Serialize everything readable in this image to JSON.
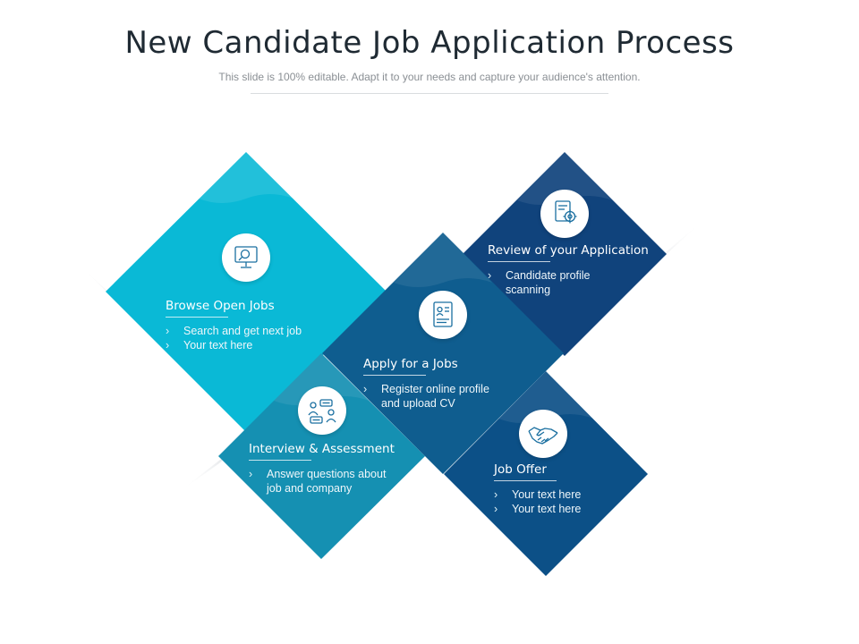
{
  "title": "New Candidate Job Application Process",
  "subtitle": "This slide is 100% editable. Adapt it to your needs and capture your audience's attention.",
  "steps": [
    {
      "heading": "Browse Open Jobs",
      "bullets": [
        "Search and get next job",
        "Your text here"
      ],
      "icon": "computer-search-icon",
      "color": "#0ab9d6"
    },
    {
      "heading": "Review of your Application",
      "bullets": [
        "Candidate profile scanning"
      ],
      "icon": "document-gear-icon",
      "color": "#10437c"
    },
    {
      "heading": "Apply for a Jobs",
      "bullets": [
        "Register online profile and upload CV"
      ],
      "icon": "resume-icon",
      "color": "#0f5d8f"
    },
    {
      "heading": "Interview & Assessment",
      "bullets": [
        "Answer questions about job and company"
      ],
      "icon": "interview-icon",
      "color": "#1590b2"
    },
    {
      "heading": "Job Offer",
      "bullets": [
        "Your text here",
        "Your text here"
      ],
      "icon": "handshake-icon",
      "color": "#0c5087"
    }
  ]
}
